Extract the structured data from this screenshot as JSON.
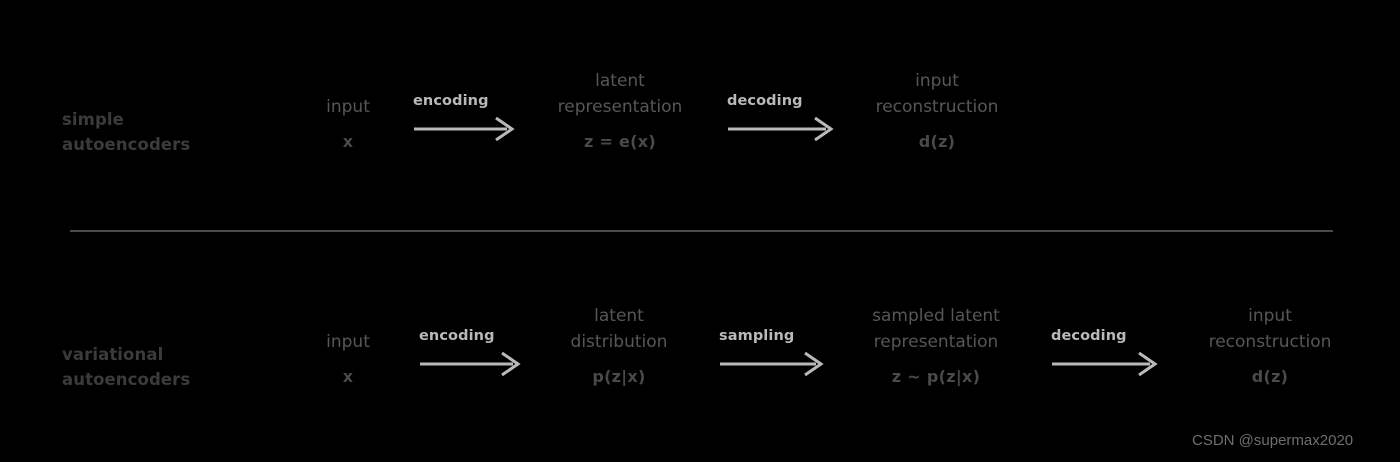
{
  "background_color": "#000000",
  "colors": {
    "row_label": "#3b3b3b",
    "stage_title": "#575757",
    "stage_formula": "#4a4a4a",
    "arrow": "#b9b9b9",
    "arrow_label": "#b9b9b9",
    "divider": "#4a4a4a",
    "watermark": "#6e6e6e"
  },
  "rows": [
    {
      "label_line1": "simple",
      "label_line2": "autoencoders",
      "stages": [
        {
          "title_line1": "input",
          "title_line2": "",
          "formula": "x"
        },
        {
          "title_line1": "latent",
          "title_line2": "representation",
          "formula": "z = e(x)"
        },
        {
          "title_line1": "input",
          "title_line2": "reconstruction",
          "formula": "d(z)"
        }
      ],
      "arrows": [
        {
          "label": "encoding"
        },
        {
          "label": "decoding"
        }
      ]
    },
    {
      "label_line1": "variational",
      "label_line2": "autoencoders",
      "stages": [
        {
          "title_line1": "input",
          "title_line2": "",
          "formula": "x"
        },
        {
          "title_line1": "latent",
          "title_line2": "distribution",
          "formula": "p(z|x)"
        },
        {
          "title_line1": "sampled latent",
          "title_line2": "representation",
          "formula": "z ~ p(z|x)"
        },
        {
          "title_line1": "input",
          "title_line2": "reconstruction",
          "formula": "d(z)"
        }
      ],
      "arrows": [
        {
          "label": "encoding"
        },
        {
          "label": "sampling"
        },
        {
          "label": "decoding"
        }
      ]
    }
  ],
  "divider": {
    "label": "section-divider"
  },
  "watermark": {
    "text": "CSDN @supermax2020"
  }
}
